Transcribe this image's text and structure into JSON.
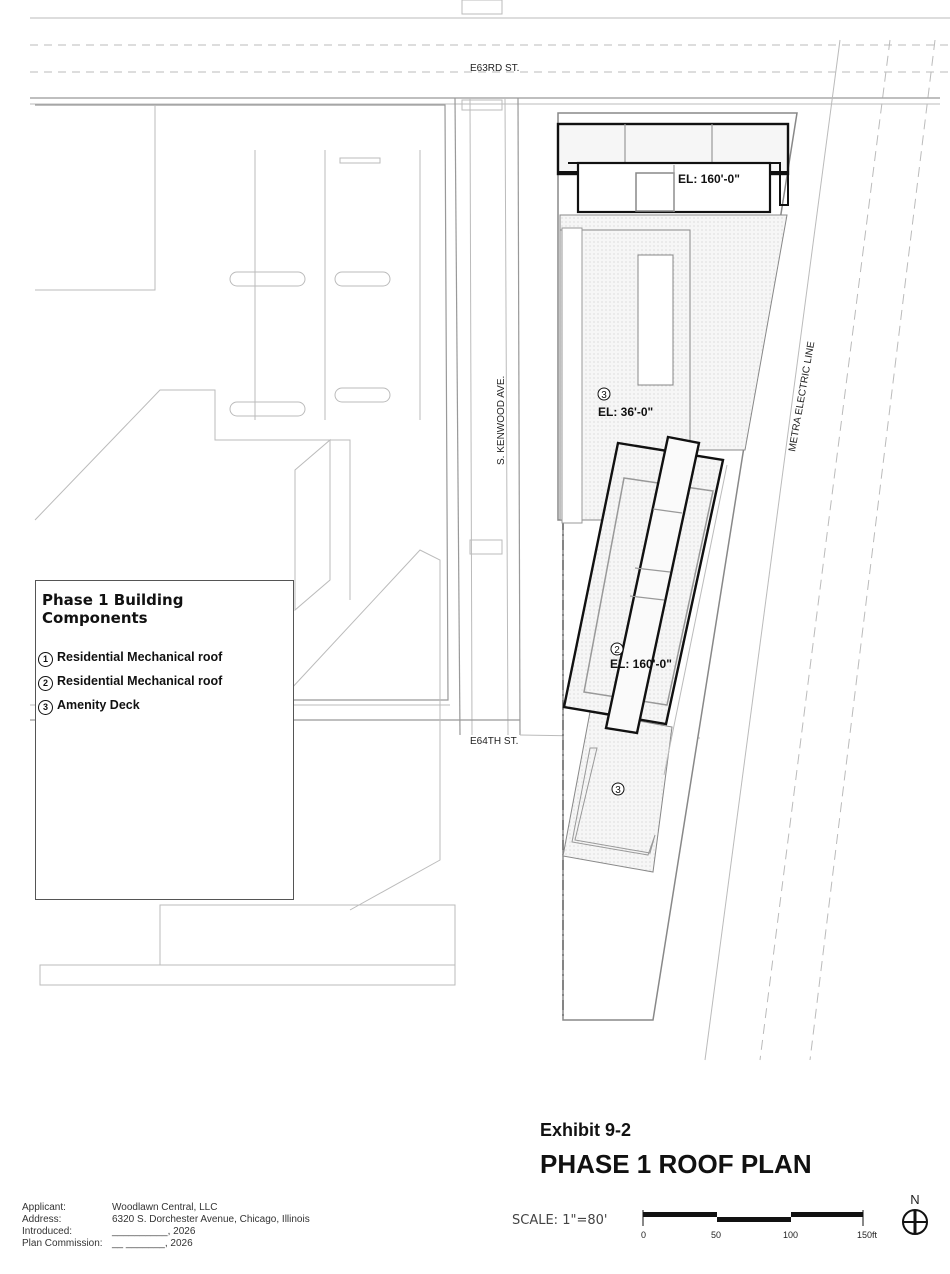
{
  "streets": {
    "north": "E63RD ST.",
    "south": "E64TH ST.",
    "avenue": "S. KENWOOD AVE.",
    "rail": "METRA ELECTRIC LINE"
  },
  "plan_labels": {
    "tower1_elevation": "EL: 160'-0\"",
    "deck_marker": "3",
    "deck_elevation": "EL: 36'-0\"",
    "tower2_marker": "2",
    "tower2_elevation": "EL: 160'-0\"",
    "deck2_marker": "3"
  },
  "legend": {
    "title": "Phase 1 Building Components",
    "items": [
      {
        "num": "1",
        "label": "Residential Mechanical roof"
      },
      {
        "num": "2",
        "label": "Residential Mechanical roof"
      },
      {
        "num": "3",
        "label": "Amenity Deck"
      }
    ]
  },
  "title_block": {
    "exhibit": "Exhibit 9-2",
    "title": "PHASE 1 ROOF PLAN",
    "scale": "SCALE: 1\"=80'",
    "scale_ticks": [
      "0",
      "50",
      "100",
      "150ft"
    ],
    "north": "N"
  },
  "info": [
    {
      "key": "Applicant:",
      "value": "Woodlawn Central, LLC"
    },
    {
      "key": "Address:",
      "value": "6320 S. Dorchester Avenue, Chicago, Illinois"
    },
    {
      "key": "Introduced:",
      "value": "__________, 2026"
    },
    {
      "key": "Plan Commission:",
      "value": "__ _______, 2026"
    }
  ]
}
